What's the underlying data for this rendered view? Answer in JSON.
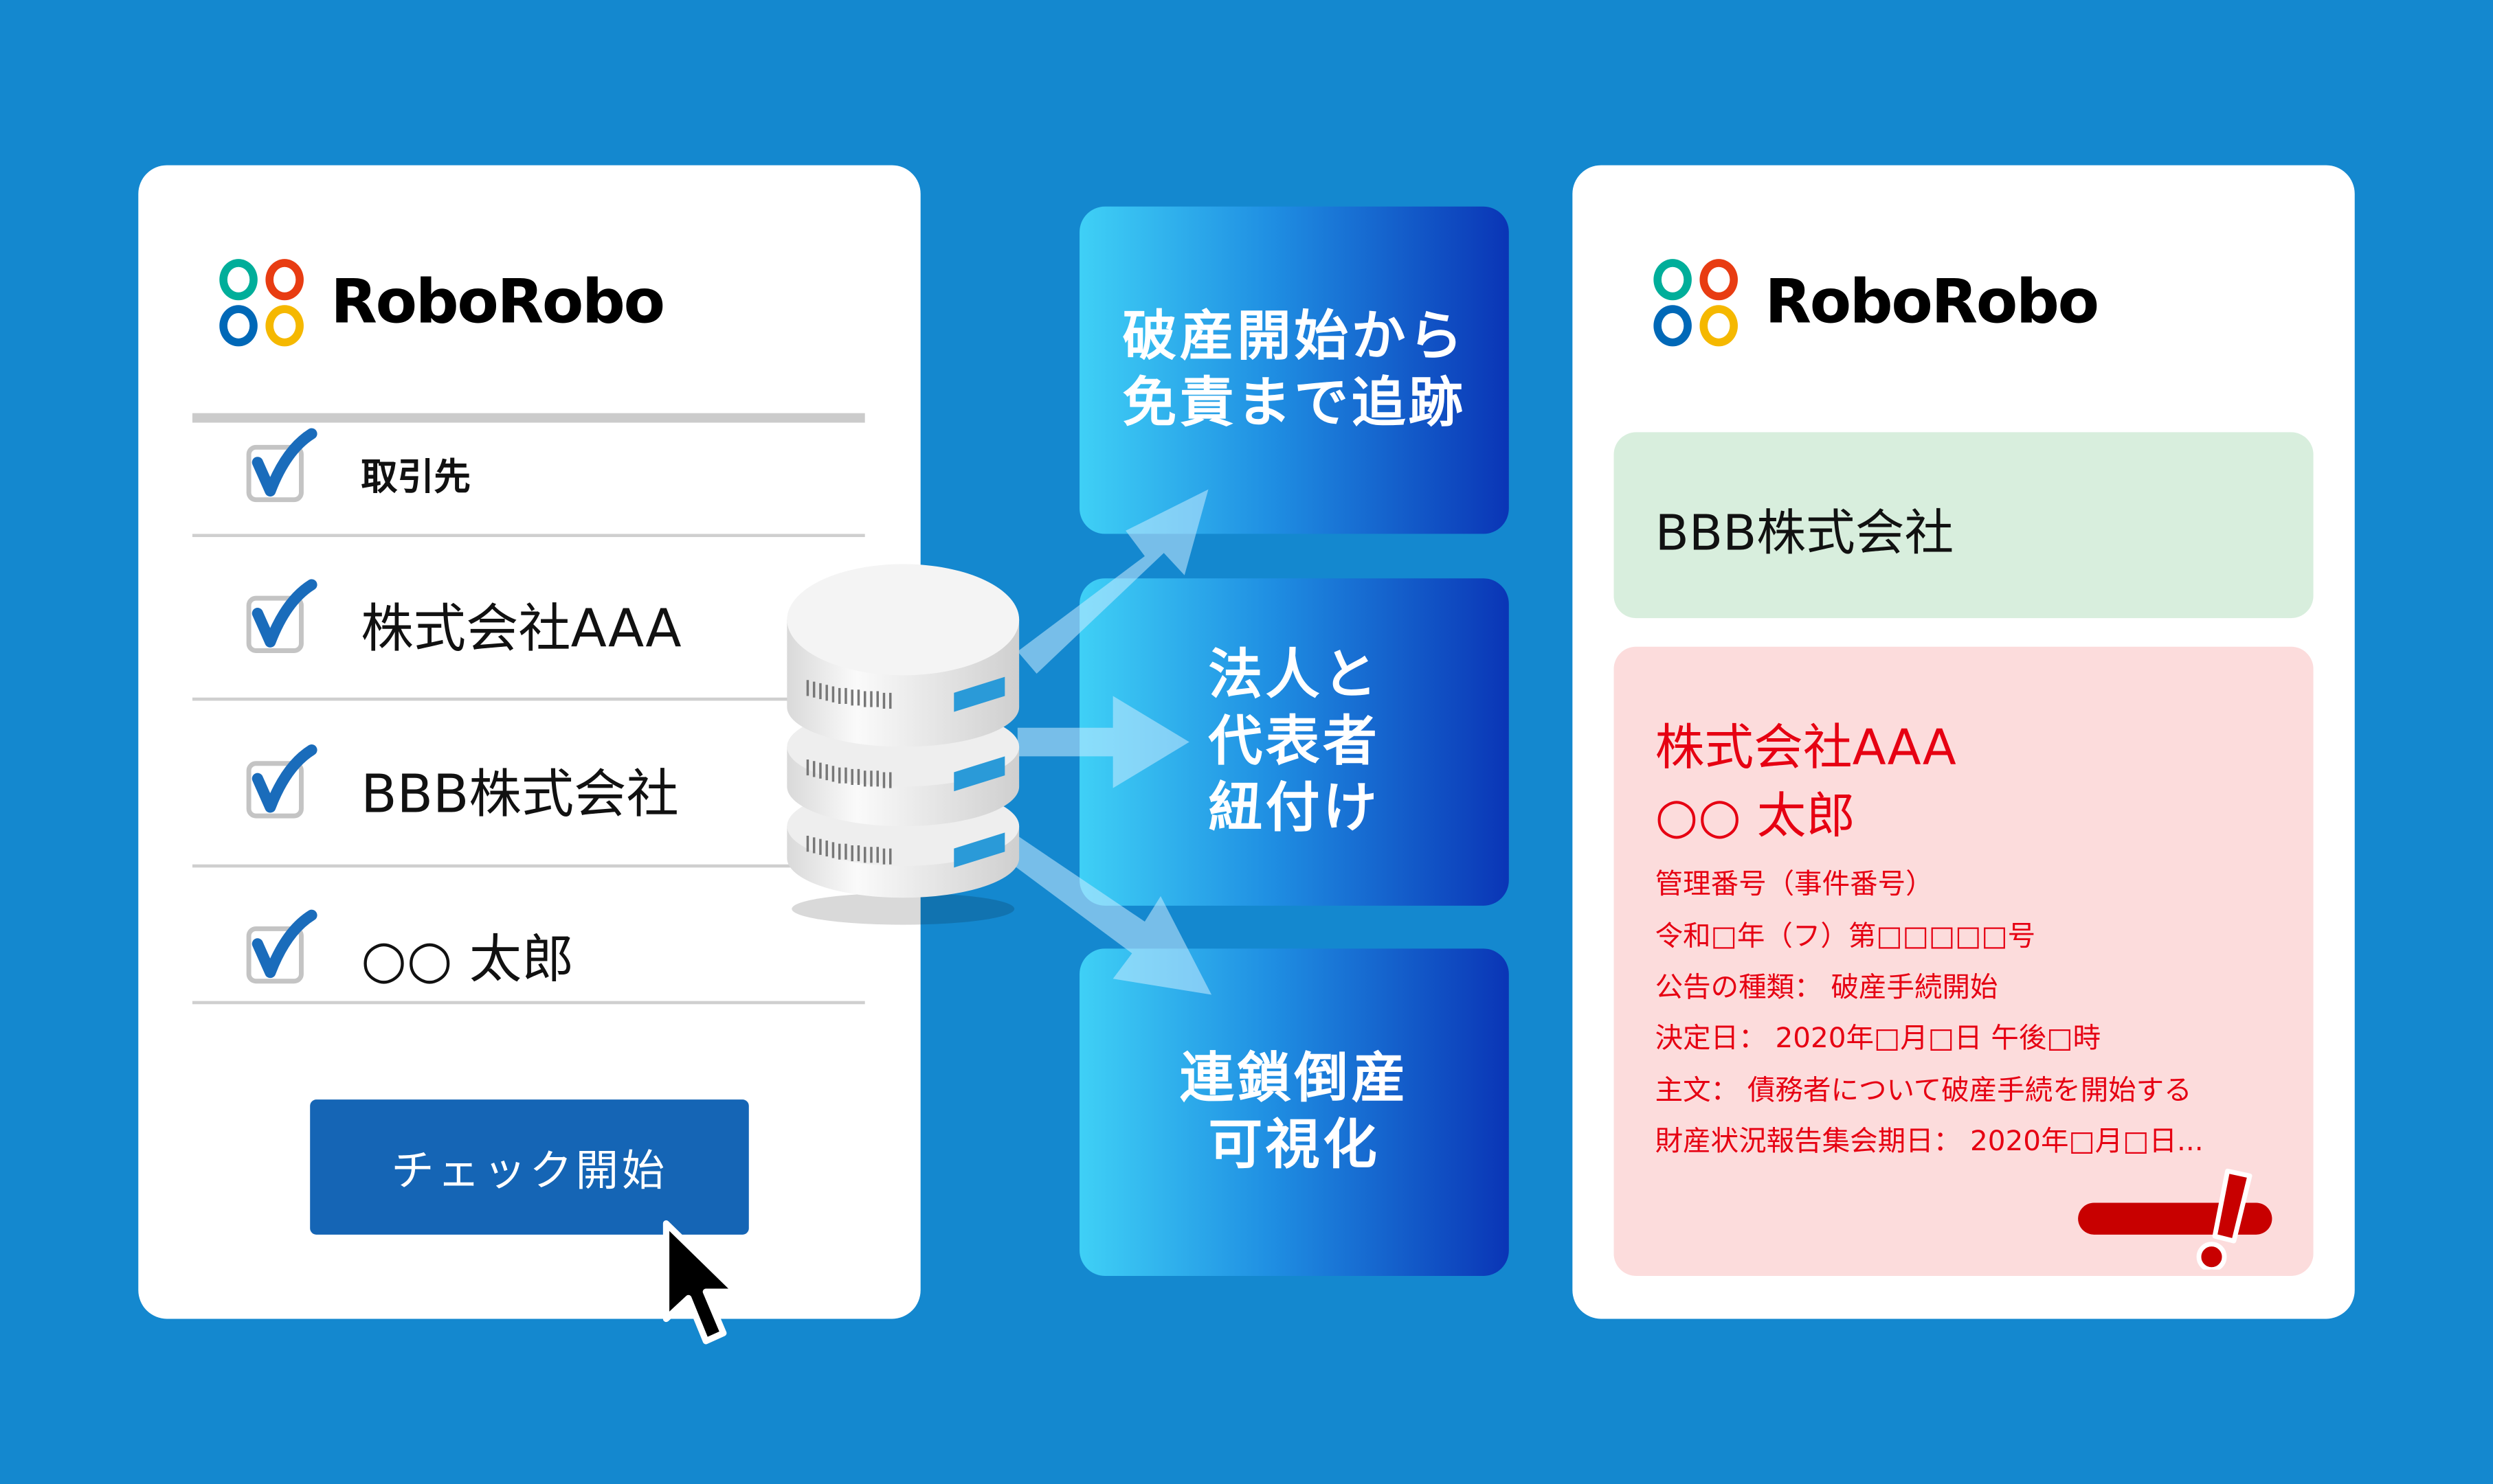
{
  "brand": "RoboRobo",
  "colors": {
    "background": "#1488cf",
    "accent": "#1565b5",
    "alert": "#e60012",
    "ring_teal": "#00ae9a",
    "ring_red": "#e83c12",
    "ring_blue": "#0068b7",
    "ring_yellow": "#f5b800"
  },
  "left_panel": {
    "header_label": "取引先",
    "items": [
      "株式会社AAA",
      "BBB株式会社",
      "○○ 太郎"
    ],
    "check_button": "チェック開始"
  },
  "features": [
    "破産開始から\n免責まで追跡",
    "法人と\n代表者\n紐付け",
    "連鎖倒産\n可視化"
  ],
  "right_panel": {
    "safe_match": "BBB株式会社",
    "alert_title_1": "株式会社AAA",
    "alert_title_2": "○○ 太郎",
    "details": [
      "管理番号（事件番号）",
      "令和□年（フ）第□□□□□号",
      "公告の種類： 破産手続開始",
      "決定日： 2020年□月□日 午後□時",
      "主文： 債務者について破産手続を開始する",
      "財産状況報告集会期日： 2020年□月□日..."
    ]
  }
}
